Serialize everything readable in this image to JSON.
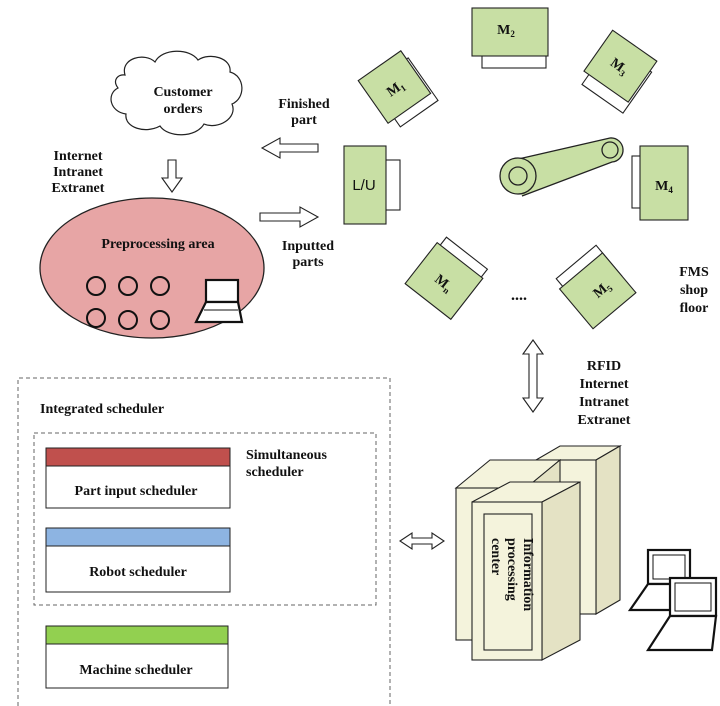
{
  "colors": {
    "machine_fill": "#c8dfa4",
    "preprocessing_fill": "#e7a5a5",
    "cabinet_fill": "#f4f3dc",
    "part_input_bar": "#c0504d",
    "robot_bar": "#8db4e2",
    "machine_bar": "#92d050"
  },
  "customer_orders": {
    "line1": "Customer",
    "line2": "orders"
  },
  "network_top": [
    "Internet",
    "Intranet",
    "Extranet"
  ],
  "finished_part": {
    "line1": "Finished",
    "line2": "part"
  },
  "inputted_parts": {
    "line1": "Inputted",
    "line2": "parts"
  },
  "preprocessing": {
    "title": "Preprocessing area",
    "icons": [
      "circle",
      "circle",
      "circle",
      "circle",
      "circle",
      "circle",
      "laptop-icon"
    ]
  },
  "load_unload": "L/U",
  "machines": {
    "m1": {
      "base": "M",
      "sub": "1"
    },
    "m2": {
      "base": "M",
      "sub": "2"
    },
    "m3": {
      "base": "M",
      "sub": "3"
    },
    "m4": {
      "base": "M",
      "sub": "4"
    },
    "m5": {
      "base": "M",
      "sub": "5"
    },
    "mn": {
      "base": "M",
      "sub": "n"
    }
  },
  "ellipsis": "....",
  "fms": {
    "line1": "FMS",
    "line2": "shop",
    "line3": "floor"
  },
  "network_bottom": [
    "RFID",
    "Internet",
    "Intranet",
    "Extranet"
  ],
  "integrated_scheduler": "Integrated scheduler",
  "simultaneous_scheduler": {
    "line1": "Simultaneous",
    "line2": "scheduler"
  },
  "schedulers": {
    "part_input": "Part input scheduler",
    "robot": "Robot scheduler",
    "machine": "Machine scheduler"
  },
  "info_center": {
    "line1": "Information",
    "line2": "processing",
    "line3": "center"
  }
}
